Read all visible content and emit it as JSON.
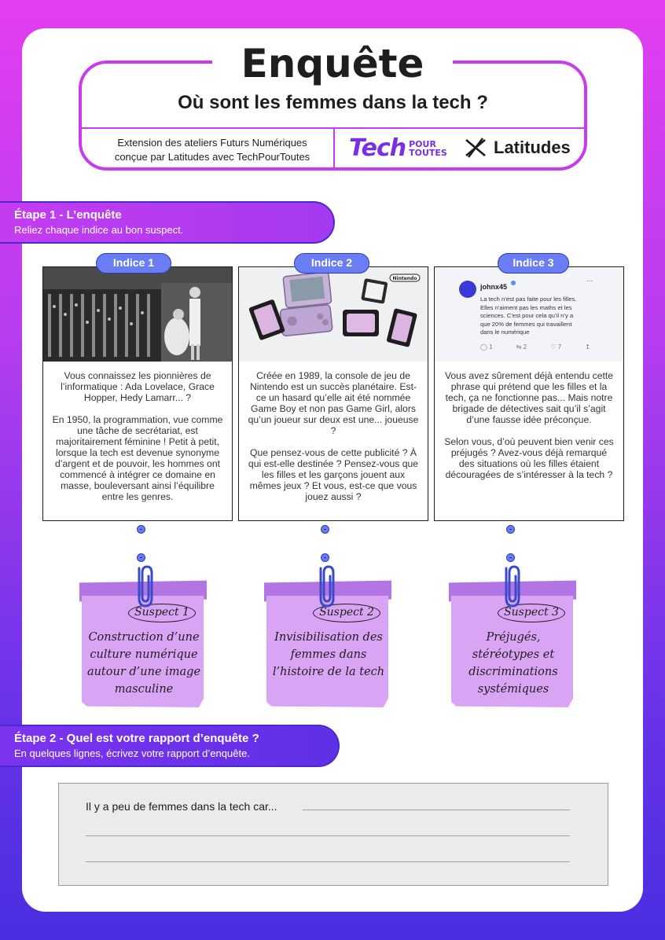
{
  "header": {
    "title": "Enquête",
    "subtitle": "Où sont les femmes dans la tech ?",
    "credits_line1": "Extension des ateliers Futurs Numériques",
    "credits_line2": "conçue par Latitudes avec TechPourToutes",
    "logo_tech_big": "Tech",
    "logo_tech_small1": "POUR",
    "logo_tech_small2": "TOUTES",
    "logo_latitudes": "Latitudes"
  },
  "step1": {
    "heading": "Étape 1 - L’enquête",
    "instruction": "Reliez chaque indice au bon suspect."
  },
  "clues": [
    {
      "label": "Indice 1",
      "text": "Vous connaissez les pionnières de l’informatique : Ada Lovelace, Grace Hopper, Hedy Lamarr... ?\n\nEn 1950, la programmation, vue comme une tâche de secrétariat, est majoritairement féminine ! Petit à petit, lorsque la tech est devenue synonyme d’argent et de pouvoir, les hommes ont commencé à intégrer ce domaine en masse, bouleversant ainsi l’équilibre entre les genres."
    },
    {
      "label": "Indice 2",
      "text": "Créée en 1989, la console de jeu de Nintendo est un succès planétaire. Est-ce un hasard qu’elle ait été nommée Game Boy et non pas Game Girl, alors qu’un joueur sur deux est une... joueuse ?\n\nQue pensez-vous de cette publicité ? À qui est-elle destinée ? Pensez-vous que les filles et les garçons jouent aux mêmes jeux ? Et vous, est-ce que vous jouez aussi ?",
      "brand": "Nintendo"
    },
    {
      "label": "Indice 3",
      "text": "Vous avez sûrement déjà entendu cette phrase qui prétend que les filles et la tech, ça ne fonctionne pas... Mais notre brigade de détectives sait qu’il s’agit d’une fausse idée préconçue.\n\nSelon vous, d’où peuvent bien venir ces préjugés ? Avez-vous déjà remarqué des situations où les filles étaient découragées de s’intéresser à la tech ?",
      "tweet": {
        "user": "johnx45",
        "more": "...",
        "body": "La tech n’est pas faite pour les filles. Elles n’aiment pas les maths et les sciences. C’est pour cela qu’il n’y a que 20% de femmes qui travaillent dans le numérique",
        "replies": "1",
        "retweets": "2",
        "likes": "7"
      }
    }
  ],
  "suspects": [
    {
      "label": "Suspect 1",
      "text": "Construction d’une culture numérique autour d’une image masculine"
    },
    {
      "label": "Suspect 2",
      "text": "Invisibilisation des femmes dans l’histoire de la tech"
    },
    {
      "label": "Suspect 3",
      "text": "Préjugés, stéréotypes et discriminations systémiques"
    }
  ],
  "step2": {
    "heading": "Étape 2 - Quel est votre rapport d’enquête ?",
    "instruction": "En quelques lignes, écrivez votre rapport d’enquête."
  },
  "report": {
    "lead": "Il y a peu de femmes dans la tech car..."
  },
  "colors": {
    "accent_pink": "#c93af0",
    "accent_violet": "#6a33e8",
    "pill_blue": "#6a7df2",
    "note_purple": "#d9a4f4"
  }
}
